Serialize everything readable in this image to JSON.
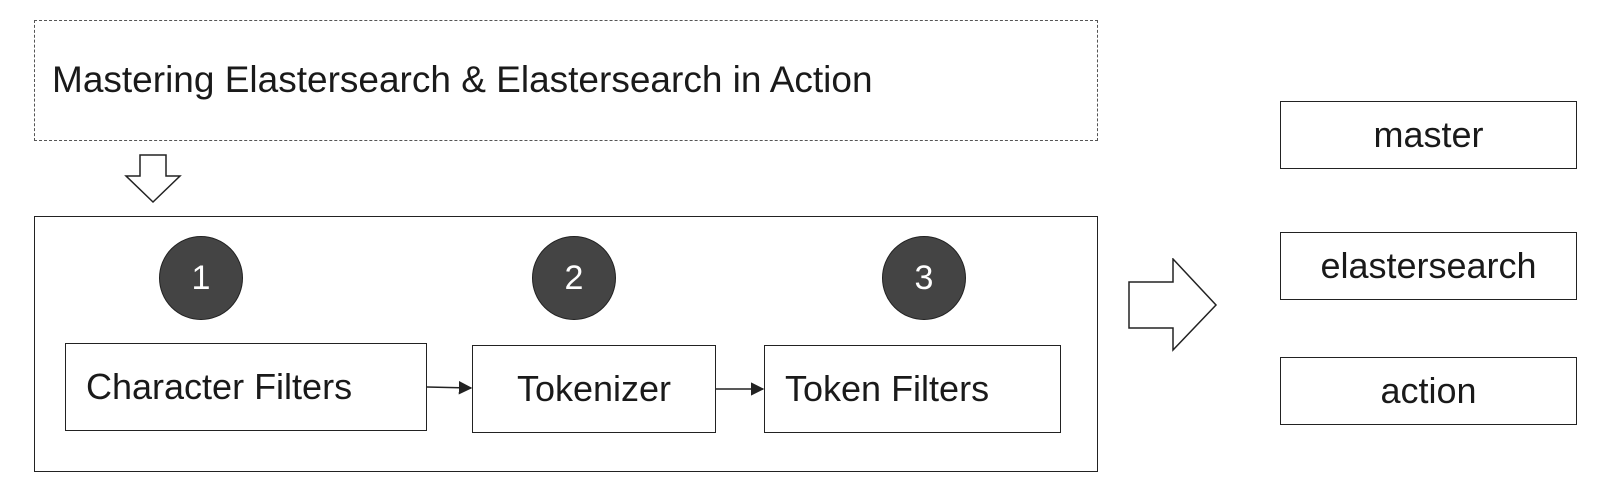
{
  "input": {
    "text": "Mastering Elastersearch & Elastersearch in Action"
  },
  "analyzer": {
    "steps": [
      {
        "number": "1",
        "label": "Character Filters"
      },
      {
        "number": "2",
        "label": "Tokenizer"
      },
      {
        "number": "3",
        "label": "Token Filters"
      }
    ]
  },
  "output": {
    "terms": [
      "master",
      "elastersearch",
      "action"
    ]
  },
  "colors": {
    "circle_fill": "#444444",
    "stroke": "#222222",
    "background": "#ffffff"
  }
}
